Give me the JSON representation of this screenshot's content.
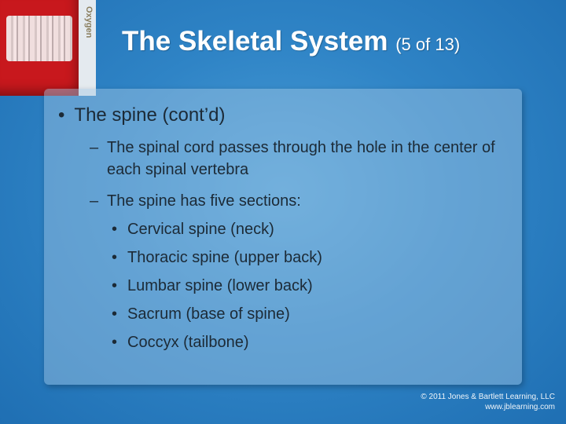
{
  "slide": {
    "title": "The Skeletal System",
    "title_count": "(5 of 13)",
    "photo_label": "Oxygen",
    "bullet": "The spine (cont’d)",
    "sub_bullets": [
      "The spinal cord passes through the hole in the center of each spinal vertebra",
      "The spine has five sections:"
    ],
    "sections": [
      "Cervical spine (neck)",
      "Thoracic spine (upper back)",
      "Lumbar spine (lower back)",
      "Sacrum (base of spine)",
      "Coccyx (tailbone)"
    ],
    "copyright_line1": "© 2011 Jones & Bartlett Learning, LLC",
    "copyright_line2": "www.jblearning.com"
  },
  "colors": {
    "background": "#2f84c6",
    "title_text": "#ffffff",
    "body_text": "#1c2a36",
    "kit_red": "#c8181d"
  }
}
